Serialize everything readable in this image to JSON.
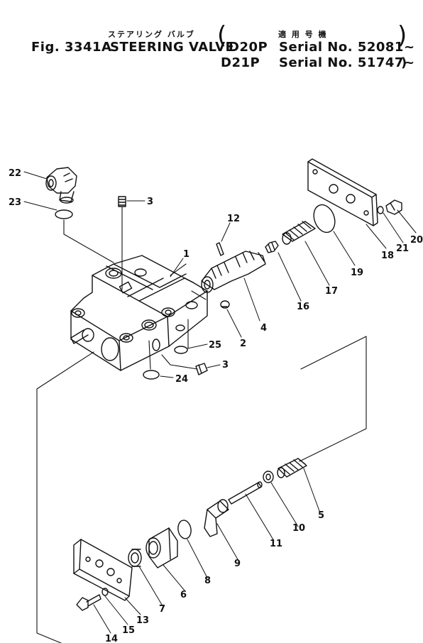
{
  "header": {
    "fig_no": "Fig. 3341A",
    "title_jp": "ステアリング バルブ",
    "title_en": "STEERING VALVE",
    "applicable_jp": "適 用 号 機",
    "models": [
      {
        "model": "D20P",
        "serial": "Serial No. 52081~"
      },
      {
        "model": "D21P",
        "serial": "Serial No. 51747~"
      }
    ]
  },
  "parts": [
    {
      "no": "1"
    },
    {
      "no": "2"
    },
    {
      "no": "3"
    },
    {
      "no": "3"
    },
    {
      "no": "4"
    },
    {
      "no": "5"
    },
    {
      "no": "6"
    },
    {
      "no": "7"
    },
    {
      "no": "8"
    },
    {
      "no": "9"
    },
    {
      "no": "10"
    },
    {
      "no": "11"
    },
    {
      "no": "12"
    },
    {
      "no": "13"
    },
    {
      "no": "14"
    },
    {
      "no": "15"
    },
    {
      "no": "16"
    },
    {
      "no": "17"
    },
    {
      "no": "18"
    },
    {
      "no": "19"
    },
    {
      "no": "20"
    },
    {
      "no": "21"
    },
    {
      "no": "22"
    },
    {
      "no": "23"
    },
    {
      "no": "24"
    },
    {
      "no": "25"
    }
  ]
}
